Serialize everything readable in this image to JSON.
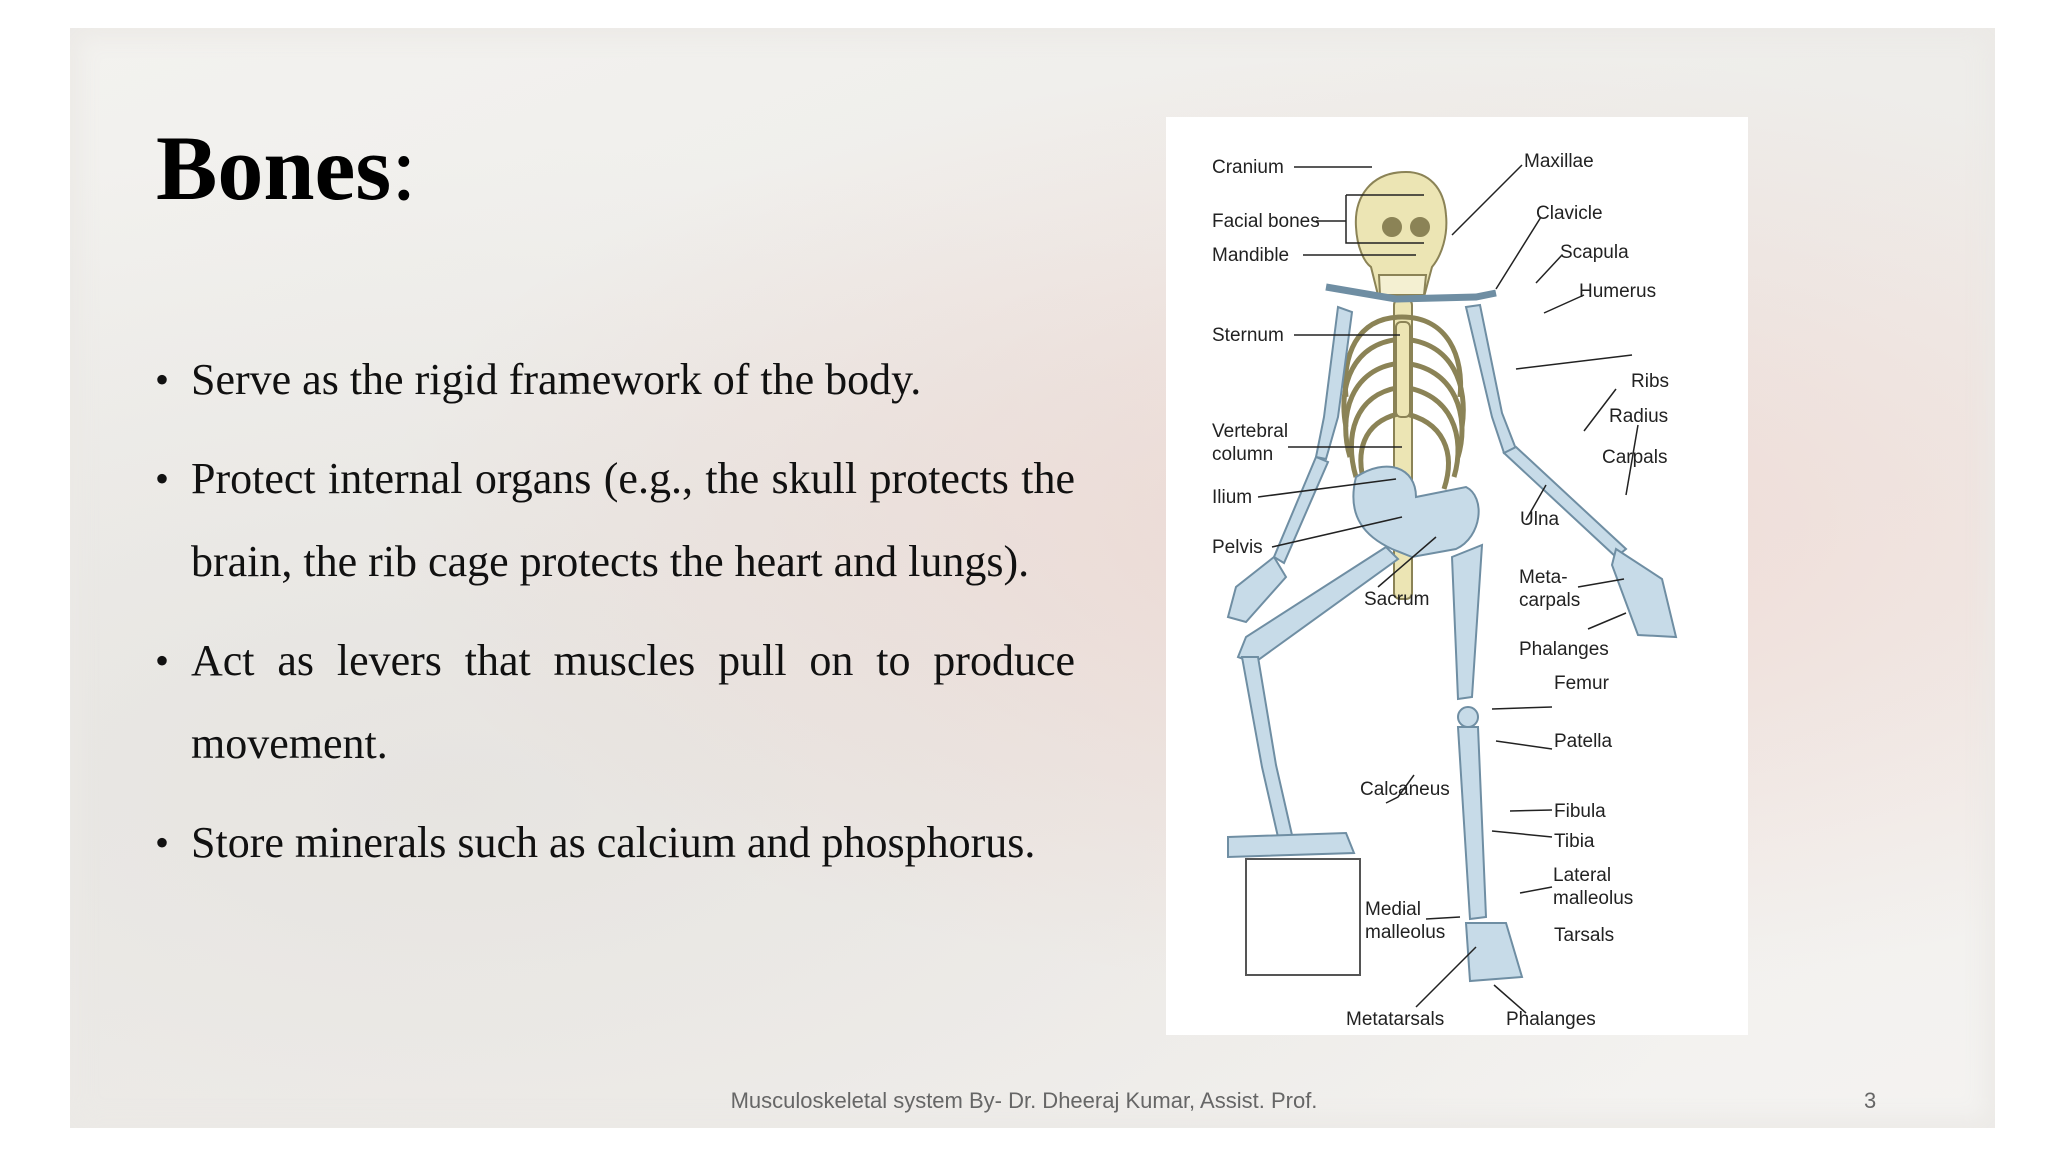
{
  "slide": {
    "title": "Bones",
    "title_colon": ":",
    "bullets": [
      "Serve as the rigid framework of the body.",
      "Protect internal organs (e.g., the skull protects the brain, the rib cage protects the heart and lungs).",
      "Act as levers that muscles pull on to produce movement.",
      "Store minerals such as calcium and phosphorus."
    ],
    "bullet_glyph": "•"
  },
  "figure": {
    "labels": {
      "cranium": "Cranium",
      "facial_bones": "Facial bones",
      "mandible": "Mandible",
      "sternum": "Sternum",
      "vertebral_1": "Vertebral",
      "vertebral_2": "column",
      "ilium": "Ilium",
      "pelvis": "Pelvis",
      "sacrum": "Sacrum",
      "calcaneus": "Calcaneus",
      "medial_1": "Medial",
      "medial_2": "malleolus",
      "metatarsals": "Metatarsals",
      "maxillae": "Maxillae",
      "clavicle": "Clavicle",
      "scapula": "Scapula",
      "humerus": "Humerus",
      "ribs": "Ribs",
      "radius": "Radius",
      "carpals": "Carpals",
      "ulna": "Ulna",
      "meta_1": "Meta-",
      "meta_2": "carpals",
      "phalanges_hand": "Phalanges",
      "femur": "Femur",
      "patella": "Patella",
      "fibula": "Fibula",
      "tibia": "Tibia",
      "lateral_1": "Lateral",
      "lateral_2": "malleolus",
      "tarsals": "Tarsals",
      "phalanges_foot": "Phalanges"
    },
    "colors": {
      "bone": "#c7dbe8",
      "bone_stroke": "#6f8ea3",
      "skull": "#ece5b4",
      "skull_stroke": "#8b8356"
    }
  },
  "footer": {
    "text": "Musculoskeletal system By- Dr. Dheeraj Kumar, Assist. Prof.",
    "page_number": "3"
  }
}
